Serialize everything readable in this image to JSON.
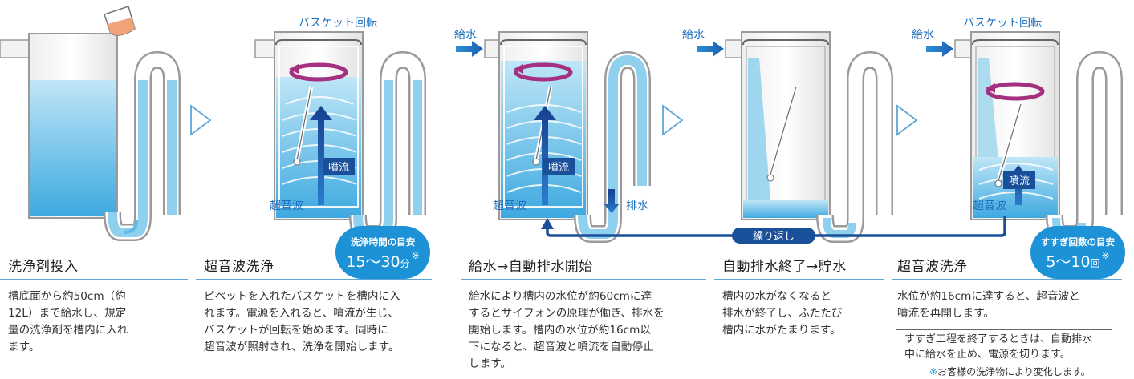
{
  "labels": {
    "basket_rotation": "バスケット回転",
    "water_supply": "給水",
    "jet_flow": "噴流",
    "ultrasonic": "超音波",
    "drain": "排水",
    "repeat": "繰り返し"
  },
  "steps": [
    {
      "title": "洗浄剤投入",
      "lines": [
        "槽底面から約50cm（約",
        "12L）まで給水し、規定",
        "量の洗浄剤を槽内に入れ",
        "ます。"
      ]
    },
    {
      "title": "超音波洗浄",
      "lines": [
        "ピペットを入れたバスケットを槽内に入",
        "れます。電源を入れると、噴流が生じ、",
        "バスケットが回転を始めます。同時に",
        "超音波が照射され、洗浄を開始します。"
      ]
    },
    {
      "title": "給水→自動排水開始",
      "lines": [
        "給水により槽内の水位が約60cmに達",
        "するとサイフォンの原理が働き、排水を",
        "開始します。槽内の水位が約16cm以",
        "下になると、超音波と噴流を自動停止",
        "します。"
      ]
    },
    {
      "title": "自動排水終了→貯水",
      "lines": [
        "槽内の水がなくなると",
        "排水が終了し、ふたたび",
        "槽内に水がたまります。"
      ]
    },
    {
      "title": "超音波洗浄",
      "lines": [
        "水位が約16cmに達すると、超音波と",
        "噴流を再開します。"
      ]
    }
  ],
  "badges": {
    "wash": {
      "top": "洗浄時間の目安",
      "value": "15〜30",
      "unit": "分",
      "mark": "※"
    },
    "rinse": {
      "top": "すすぎ回数の目安",
      "value": "5〜10",
      "unit": "回",
      "mark": "※"
    }
  },
  "note": {
    "lines": [
      "すすぎ工程を終了するときは、自動排水",
      "中に給水を止め、電源を切ります。"
    ]
  },
  "footnote": {
    "mark": "※",
    "text": "お客様の洗浄物により変化します。"
  },
  "colors": {
    "accent": "#1e92d6",
    "arrow_blue": "#1a6fb8",
    "rotation": "#a4307f",
    "water": "#8fd0ee",
    "outline": "#9a9a9a"
  }
}
